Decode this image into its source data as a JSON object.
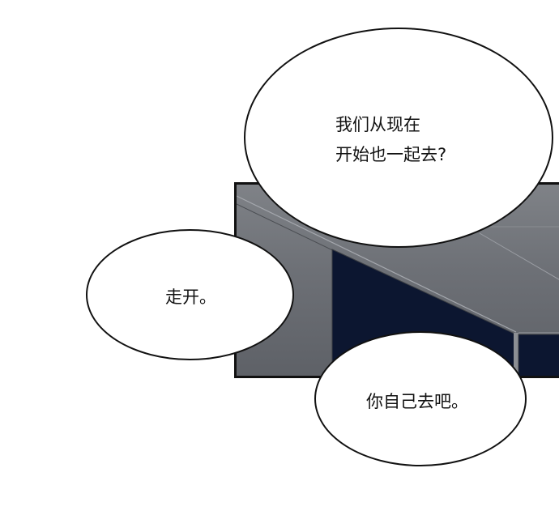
{
  "scene": {
    "panel_colors": {
      "background": "#6f7278",
      "night_sky": "#0c1630",
      "border": "#111111"
    },
    "bubbles": [
      {
        "lines": [
          "我们从现在",
          "开始也一起去?"
        ]
      },
      {
        "lines": [
          "走开。"
        ]
      },
      {
        "lines": [
          "你自己去吧。"
        ]
      }
    ]
  }
}
